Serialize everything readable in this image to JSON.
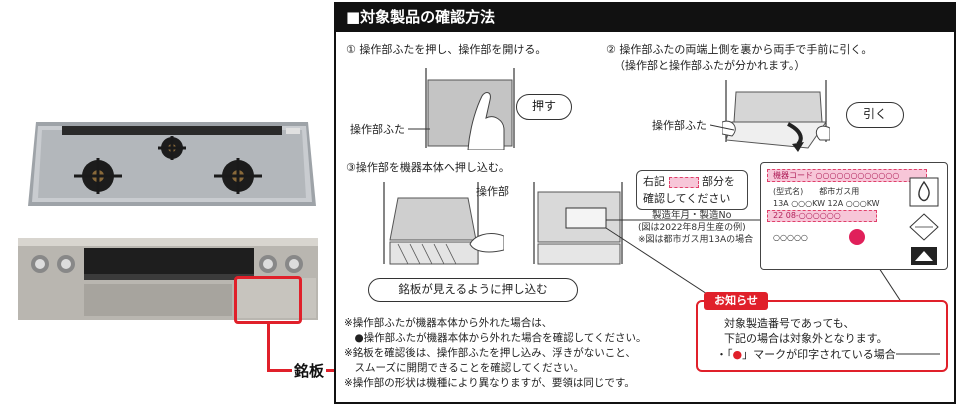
{
  "left": {
    "meiban_label": "銘板"
  },
  "panel": {
    "title": "■対象製品の確認方法",
    "step1": "① 操作部ふたを押し、操作部を開ける。",
    "step1_part": "操作部ふた",
    "step1_action": "押す",
    "step2_line1": "② 操作部ふたの両端上側を裏から両手で手前に引く。",
    "step2_line2": "（操作部と操作部ふたが分かれます。）",
    "step2_part": "操作部ふた",
    "step2_action": "引く",
    "step3": "③操作部を機器本体へ押し込む。",
    "step3_part": "操作部",
    "step3_action": "銘板が見えるように押し込む",
    "callout_line1_a": "右記",
    "callout_line1_b": "部分を",
    "callout_line2": "確認してください",
    "serial_label": "製造年月・製造No",
    "serial_note1": "(図は2022年8月生産の例)",
    "serial_note2": "※図は都市ガス用13Aの場合",
    "notes": [
      "※操作部ふたが機器本体から外れた場合は、",
      "　●操作部ふたが機器本体から外れた場合を確認してください。",
      "※銘板を確認後は、操作部ふたを押し込み、浮きがないこと、",
      "　スムーズに開閉できることを確認してください。",
      "※操作部の形状は機種により異なりますが、要領は同じです。"
    ],
    "notice_tag": "お知らせ",
    "notice_line1": "対象製造番号であっても、",
    "notice_line2": "下記の場合は対象外となります。",
    "notice_line3_a": "・「",
    "notice_line3_b": "」マークが印字されている場合"
  },
  "plate": {
    "code_row": "機器コード ○○○○○○○○○○○○",
    "model_row": "(型式名)　　都市ガス用",
    "gas_row": "13A ○○○KW 12A ○○○KW",
    "serial_row": "22 08-○○○○○○",
    "dots_row": "○○○○○"
  },
  "colors": {
    "accent_red": "#e0202a",
    "highlight_pink": "#f7c6d8",
    "header_black": "#111111"
  }
}
